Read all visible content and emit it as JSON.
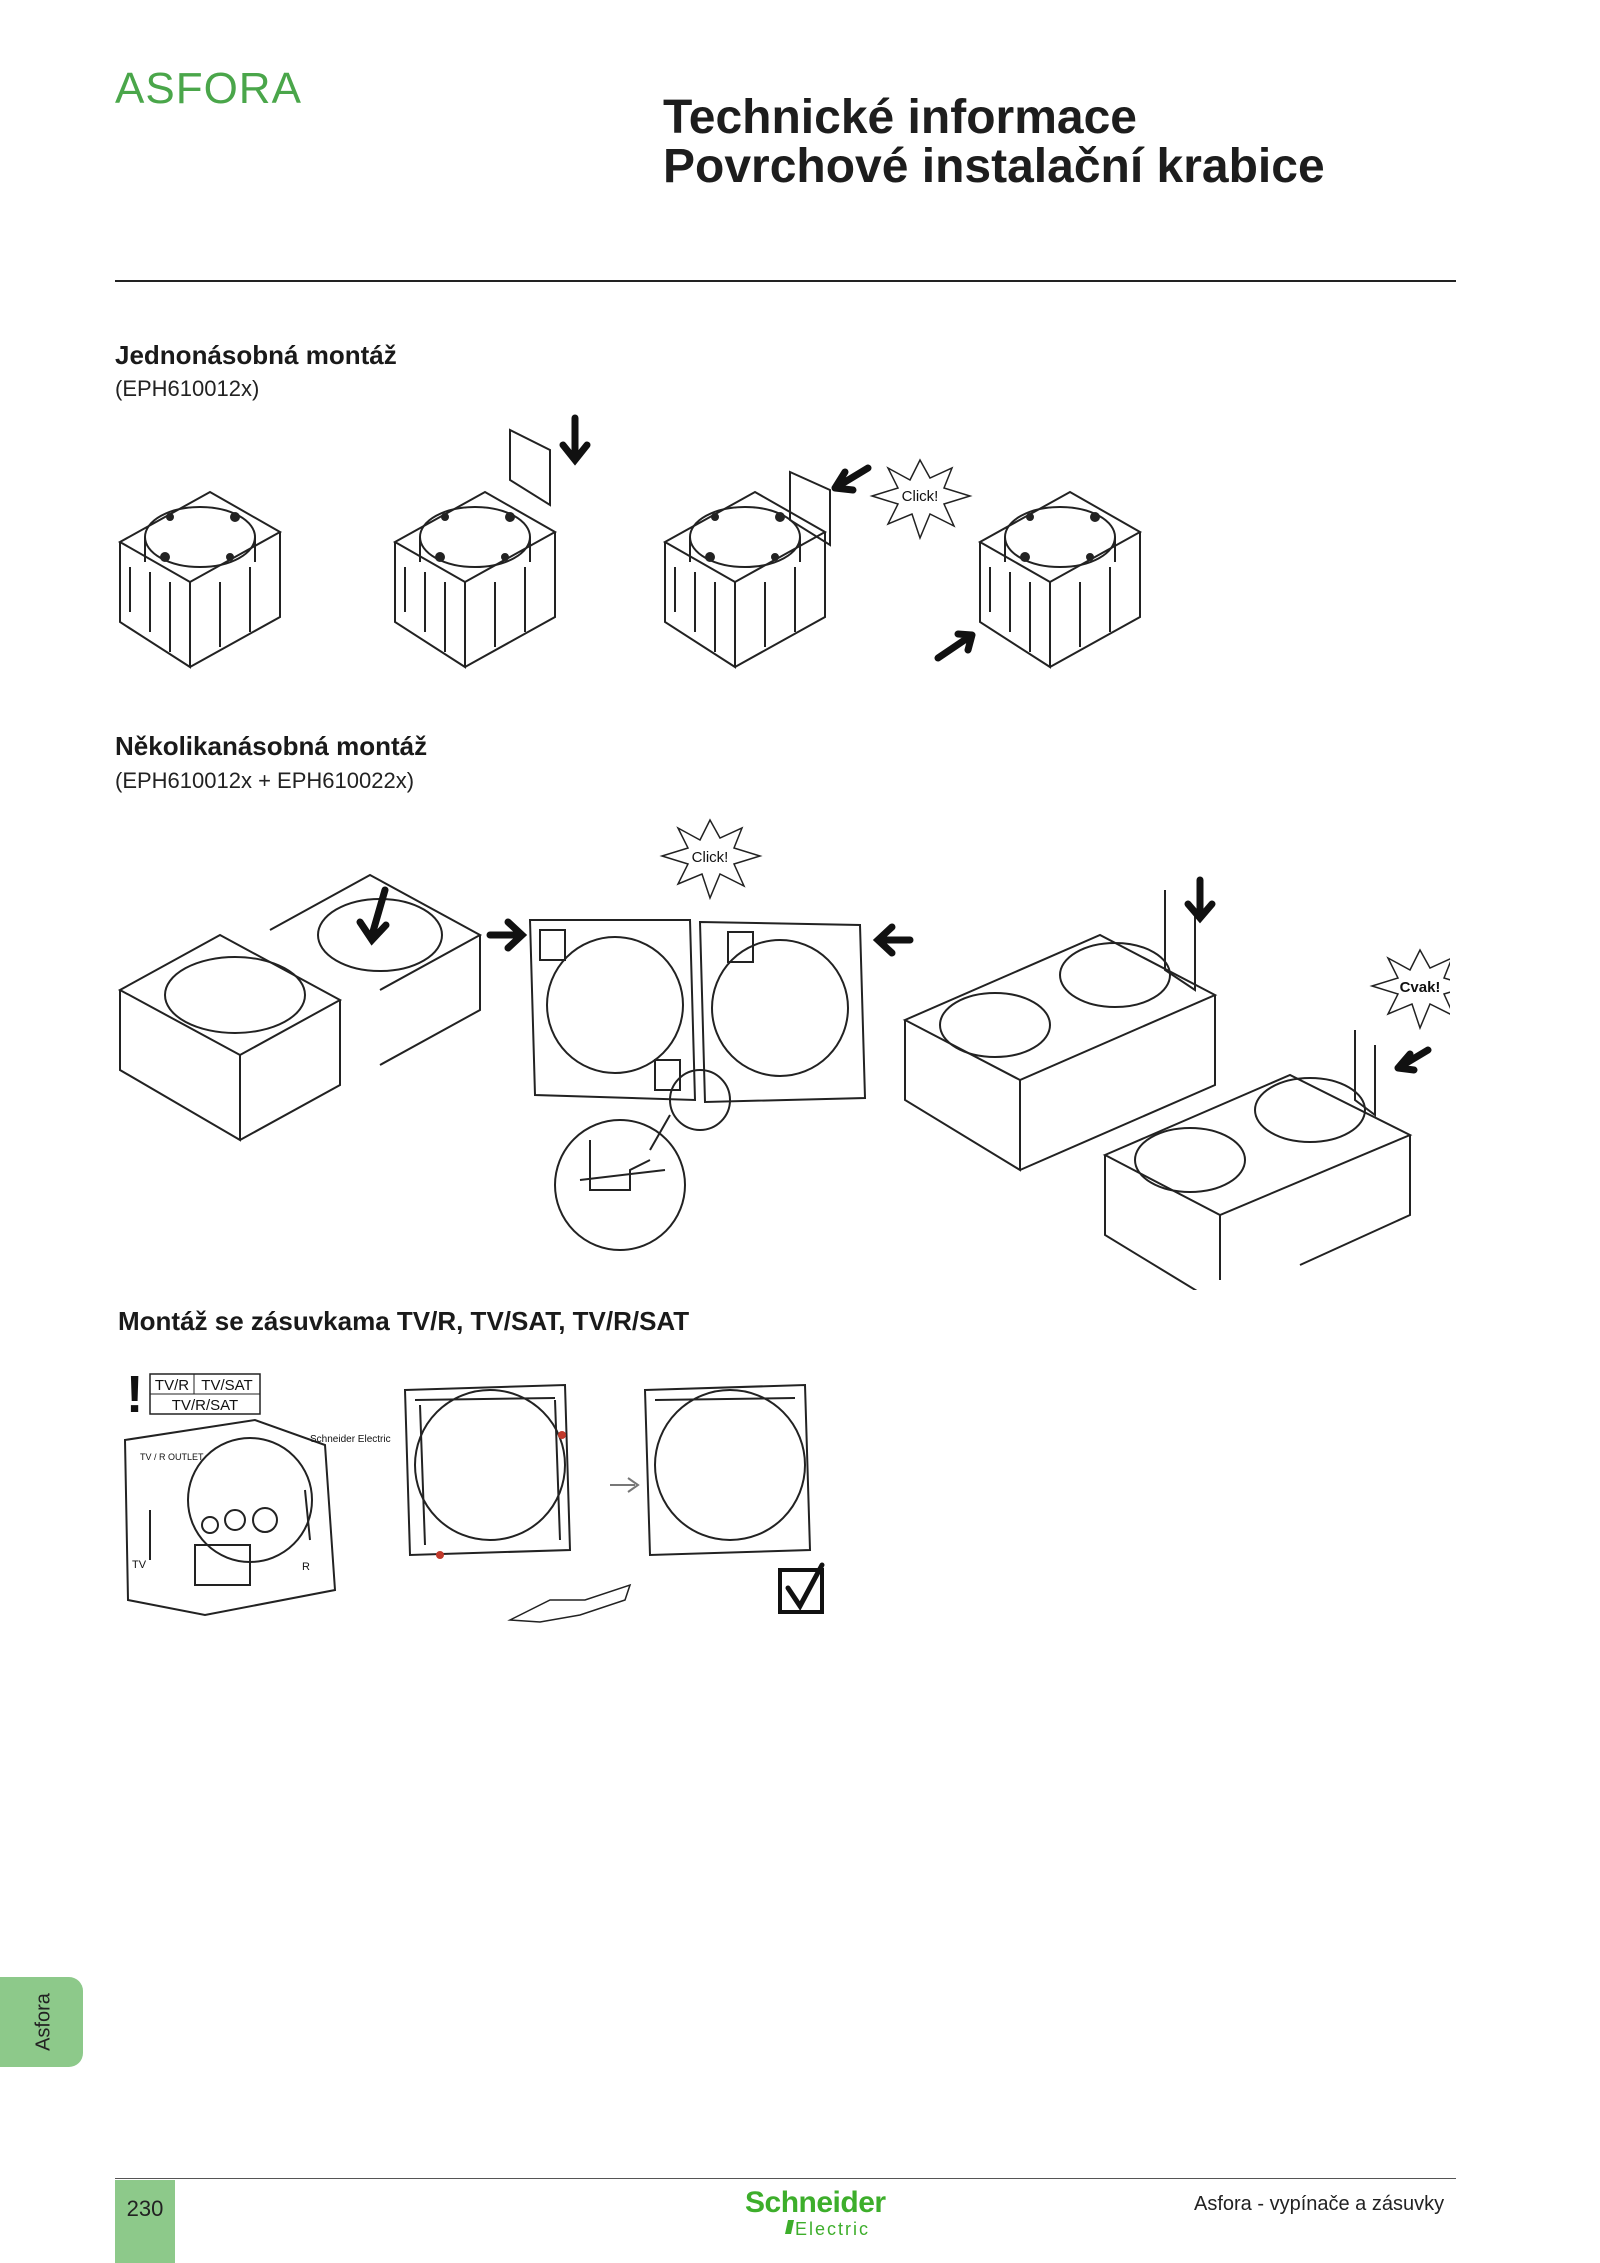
{
  "header": {
    "brand": "ASFORA",
    "title_line1": "Technické informace",
    "title_line2": "Povrchové instalační krabice"
  },
  "sections": [
    {
      "title": "Jednonásobná montáž",
      "subtitle": "(EPH610012x)"
    },
    {
      "title": "Několikanásobná montáž",
      "subtitle": "(EPH610012x + EPH610022x)"
    },
    {
      "title": "Montáž se zásuvkama TV/R, TV/SAT, TV/R/SAT"
    }
  ],
  "callouts": {
    "click_1": "Click!",
    "click_2": "Click!",
    "cvak": "Cvak!",
    "warning_mark": "!",
    "outlet_types_row1a": "TV/R",
    "outlet_types_row1b": "TV/SAT",
    "outlet_types_row2": "TV/R/SAT",
    "outlet_brand": "Schneider Electric",
    "outlet_label": "TV / R OUTLET",
    "outlet_tv": "TV",
    "outlet_r": "R"
  },
  "side_tab": {
    "label": "Asfora"
  },
  "footer": {
    "page_number": "230",
    "logo_word": "Schneider",
    "logo_sub": "Electric",
    "right_text": "Asfora - vypínače a zásuvky"
  },
  "colors": {
    "brand_green": "#4aa64a",
    "tab_green": "#8dc98a",
    "logo_green": "#3dae2b"
  }
}
